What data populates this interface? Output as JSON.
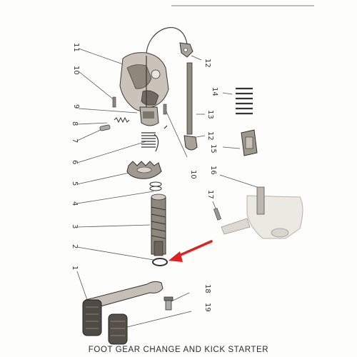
{
  "caption": "FOOT GEAR CHANGE AND KICK STARTER",
  "part_numbers": {
    "p1": "1",
    "p2": "2",
    "p3": "3",
    "p4": "4",
    "p5": "5",
    "p6": "6",
    "p7": "7",
    "p8": "8",
    "p9": "9",
    "p10a": "10",
    "p10b": "10",
    "p11": "11",
    "p12a": "12",
    "p12b": "12",
    "p13": "13",
    "p14": "14",
    "p15": "15",
    "p16": "16",
    "p17": "17",
    "p18": "18",
    "p19": "19"
  },
  "colors": {
    "arrow": "#e02020",
    "ink": "#3a3a3a",
    "wash": "#d9d4cc"
  }
}
